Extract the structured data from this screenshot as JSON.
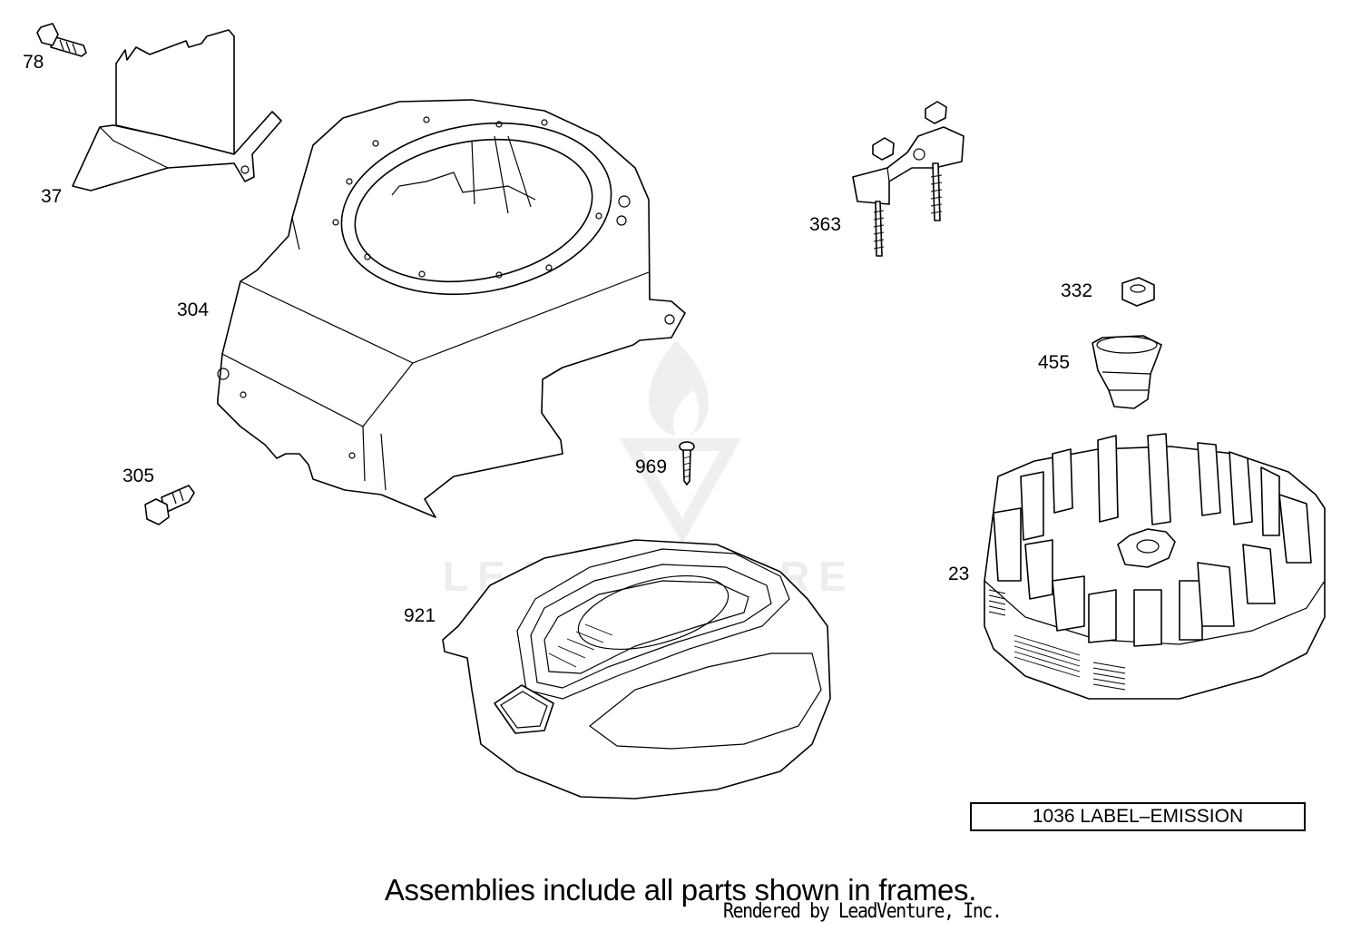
{
  "callouts": {
    "c78": "78",
    "c37": "37",
    "c304": "304",
    "c305": "305",
    "c363": "363",
    "c332": "332",
    "c455": "455",
    "c969": "969",
    "c23": "23",
    "c921": "921"
  },
  "label_box": "1036 LABEL–EMISSION",
  "footer_note": "Assemblies include all parts shown in frames.",
  "rendered_by": "Rendered by LeadVenture, Inc.",
  "watermark": "LEADVENTURE",
  "colors": {
    "line": "#000000",
    "watermark": "#ededed",
    "background": "#ffffff"
  }
}
